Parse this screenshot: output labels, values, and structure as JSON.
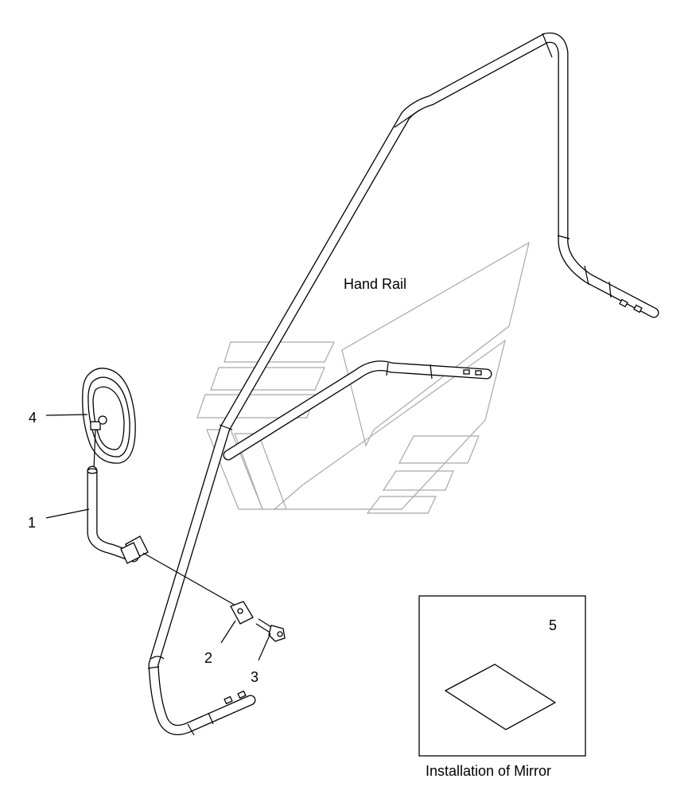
{
  "labels": {
    "hand_rail": "Hand Rail",
    "callout_1": "1",
    "callout_2": "2",
    "callout_3": "3",
    "callout_4": "4",
    "callout_5": "5"
  },
  "inset": {
    "caption": "Installation of Mirror"
  },
  "colors": {
    "line": "#000000",
    "watermark": "#a8a8a8",
    "background": "#ffffff"
  }
}
